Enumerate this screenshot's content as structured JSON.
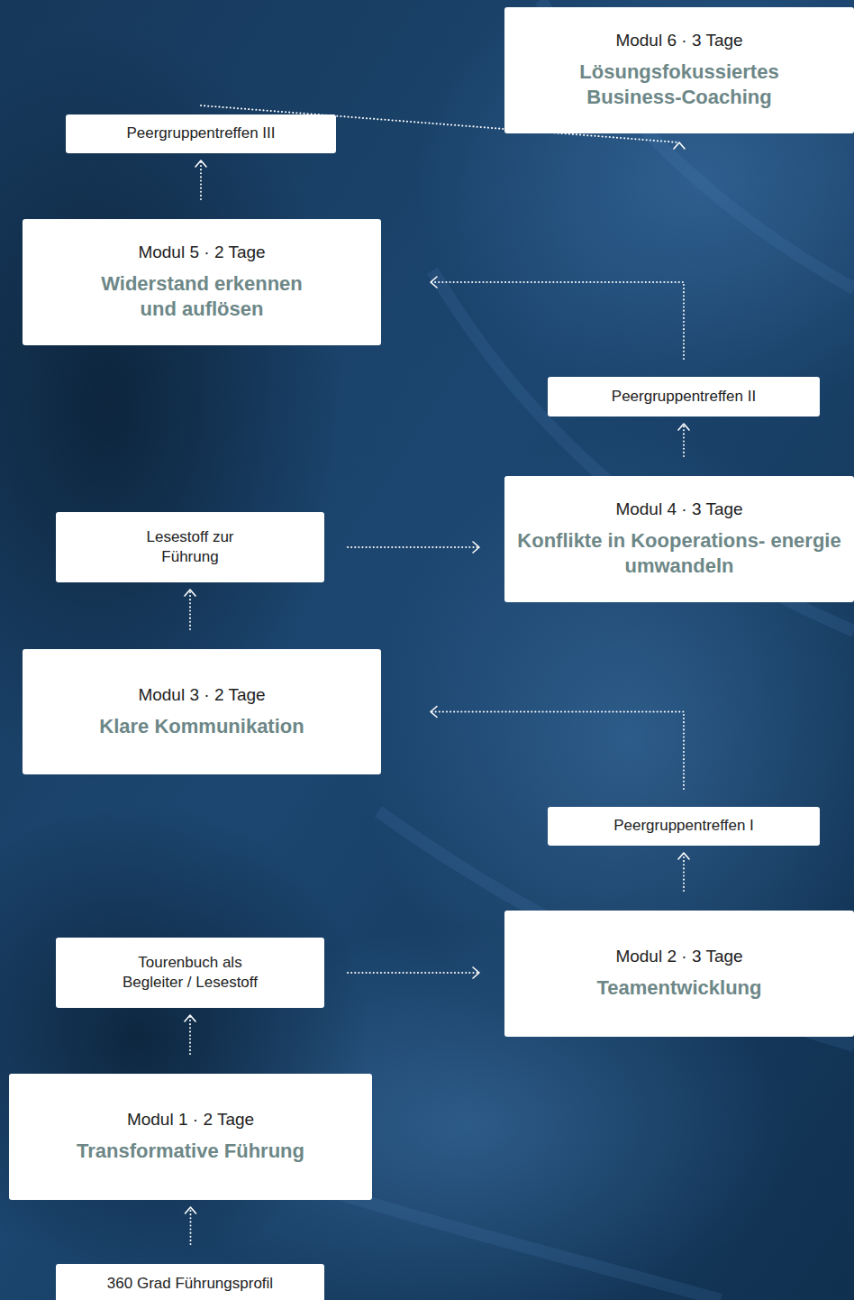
{
  "diagram": {
    "nodes": [
      {
        "text": [
          "360 Grad Führungsprofil"
        ]
      },
      {
        "text": [
          "Modul 1 · 2 Tage",
          "Transformative Führung"
        ]
      },
      {
        "text": [
          "Tourenbuch als Begleiter / Lesestoff"
        ]
      },
      {
        "text": [
          "Modul 2 · 3 Tage",
          "Teamentwicklung"
        ]
      },
      {
        "text": [
          "Peergruppentreffen I"
        ]
      },
      {
        "text": [
          "Modul 3 · 2 Tage",
          "Klare Kommunikation"
        ]
      },
      {
        "text": [
          "Lesestoff zur Führung"
        ]
      },
      {
        "text": [
          "Modul 4 · 3 Tage",
          "Konflikte in Kooperations- energie umwandeln"
        ]
      },
      {
        "text": [
          "Peergruppentreffen II"
        ]
      },
      {
        "text": [
          "Modul 5 · 2 Tage",
          "Widerstand erkennen und auflösen"
        ]
      },
      {
        "text": [
          "Peergruppentreffen III"
        ]
      },
      {
        "text": [
          "Modul 6 · 3 Tage",
          "Lösungsfokussiertes Business-Coaching"
        ]
      }
    ],
    "edges": [
      {
        "from": 0,
        "to": 1,
        "arrow": "to"
      },
      {
        "from": 1,
        "to": 2,
        "arrow": "to"
      },
      {
        "from": 2,
        "to": 3,
        "arrow": "to"
      },
      {
        "from": 3,
        "to": 4,
        "arrow": "to"
      },
      {
        "from": 4,
        "to": 5,
        "arrow": "to"
      },
      {
        "from": 5,
        "to": 6,
        "arrow": "to"
      },
      {
        "from": 6,
        "to": 7,
        "arrow": "to"
      },
      {
        "from": 7,
        "to": 8,
        "arrow": "to"
      },
      {
        "from": 8,
        "to": 9,
        "arrow": "to"
      },
      {
        "from": 9,
        "to": 10,
        "arrow": "to"
      },
      {
        "from": 10,
        "to": 11,
        "arrow": "to"
      }
    ]
  }
}
